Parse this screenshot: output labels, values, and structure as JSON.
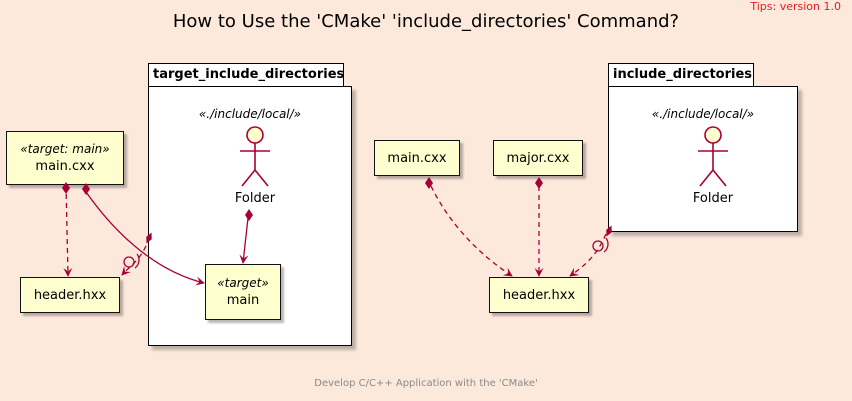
{
  "header": {
    "title": "How to Use the 'CMake' 'include_directories' Command?",
    "tips": "Tips: version 1.0"
  },
  "footer": {
    "caption": "Develop C/C++ Application with the 'CMake'"
  },
  "left": {
    "main_box": {
      "stereotype": "«target: main»",
      "label": "main.cxx"
    },
    "header_box": {
      "label": "header.hxx"
    },
    "package": {
      "title": "target_include_directories",
      "stereotype": "«./include/local/»",
      "actor_label": "Folder",
      "target_box": {
        "stereotype": "«target»",
        "label": "main"
      }
    }
  },
  "right": {
    "main_box": {
      "label": "main.cxx"
    },
    "major_box": {
      "label": "major.cxx"
    },
    "header_box": {
      "label": "header.hxx"
    },
    "package": {
      "title": "include_directories",
      "stereotype": "«./include/local/»",
      "actor_label": "Folder"
    }
  },
  "colors": {
    "arrow": "#A80036",
    "box_fill": "#FEFECE",
    "background": "#FDE8DC"
  }
}
